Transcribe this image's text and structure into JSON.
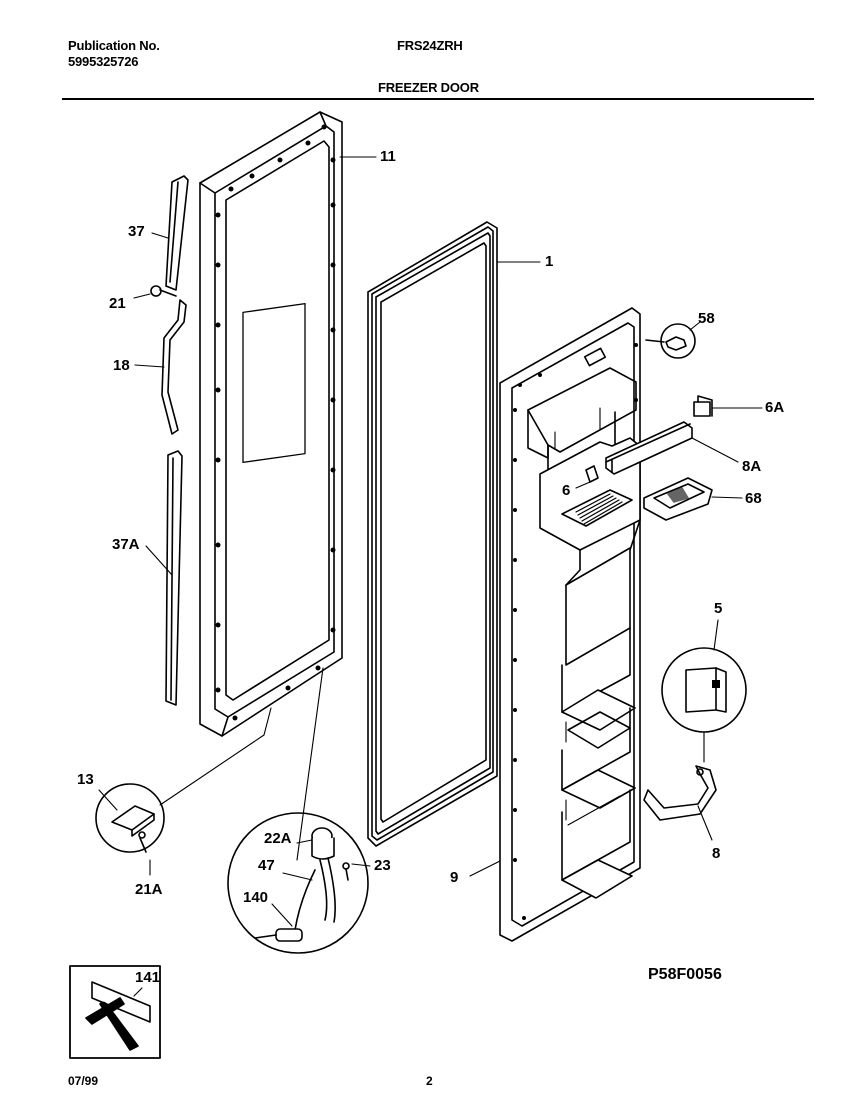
{
  "header": {
    "publication_label": "Publication No.",
    "publication_number": "5995325726",
    "model": "FRS24ZRH",
    "section_title": "FREEZER DOOR"
  },
  "callouts": {
    "p11": "11",
    "p1": "1",
    "p37": "37",
    "p21": "21",
    "p18": "18",
    "p37a": "37A",
    "p13": "13",
    "p21a": "21A",
    "p22a": "22A",
    "p23": "23",
    "p47": "47",
    "p140": "140",
    "p141": "141",
    "p58": "58",
    "p6a": "6A",
    "p8a": "8A",
    "p6": "6",
    "p68": "68",
    "p5": "5",
    "p8": "8",
    "p9": "9"
  },
  "diagram_code": "P58F0056",
  "footer": {
    "date": "07/99",
    "page": "2"
  }
}
